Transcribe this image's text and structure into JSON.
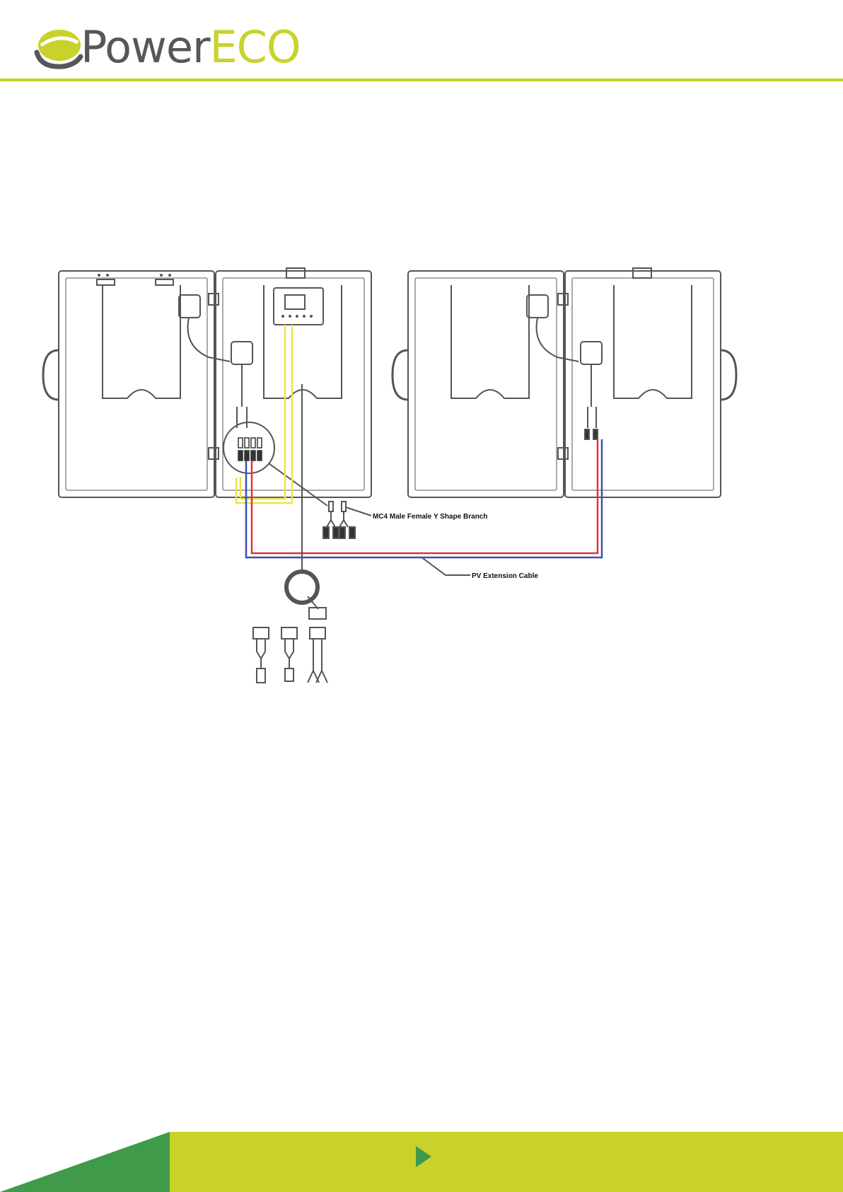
{
  "brand": {
    "name_part1": "Power",
    "name_part2": "ECO",
    "accent_color": "#c8d22a",
    "text_color": "#555759"
  },
  "diagram": {
    "labels": {
      "branch": "MC4 Male Female Y Shape Branch",
      "extension": "PV Extension Cable"
    },
    "wire_colors": {
      "positive": "#e0333c",
      "negative": "#3a4fb5",
      "controller": "#f0e14a"
    }
  },
  "footer": {
    "icon": "play-triangle-icon"
  }
}
